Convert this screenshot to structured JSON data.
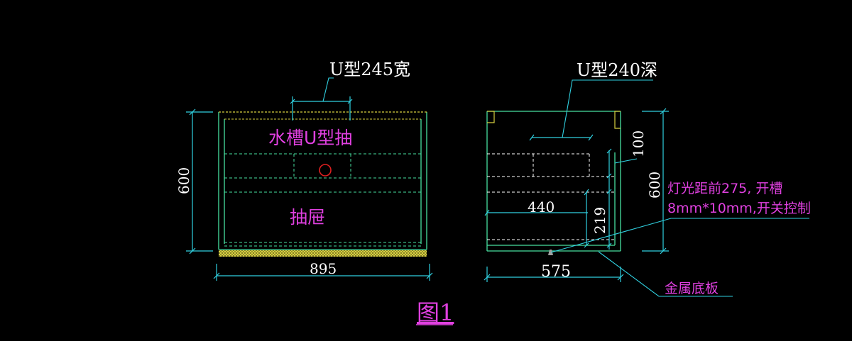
{
  "figure_title": "图1",
  "front_view": {
    "u_label": "U型245宽",
    "sink_label": "水槽U型抽",
    "drawer_label": "抽屉",
    "dim_height": "600",
    "dim_width": "895"
  },
  "side_view": {
    "u_label": "U型240深",
    "dim_100": "100",
    "dim_600": "600",
    "dim_440": "440",
    "dim_219": "219",
    "dim_575": "575",
    "light_note_line1": "灯光距前275, 开槽",
    "light_note_line2": "8mm*10mm,开关控制",
    "metal_plate_label": "金属底板"
  },
  "colors": {
    "background": "#000000",
    "panel_outline": "#48e0a0",
    "dimension": "#30d0e0",
    "annotation": "#e040e0",
    "text": "#ffffff",
    "hidden_line": "#ffffff",
    "base_fill": "#d8d040",
    "marker_circle": "#e02020"
  }
}
